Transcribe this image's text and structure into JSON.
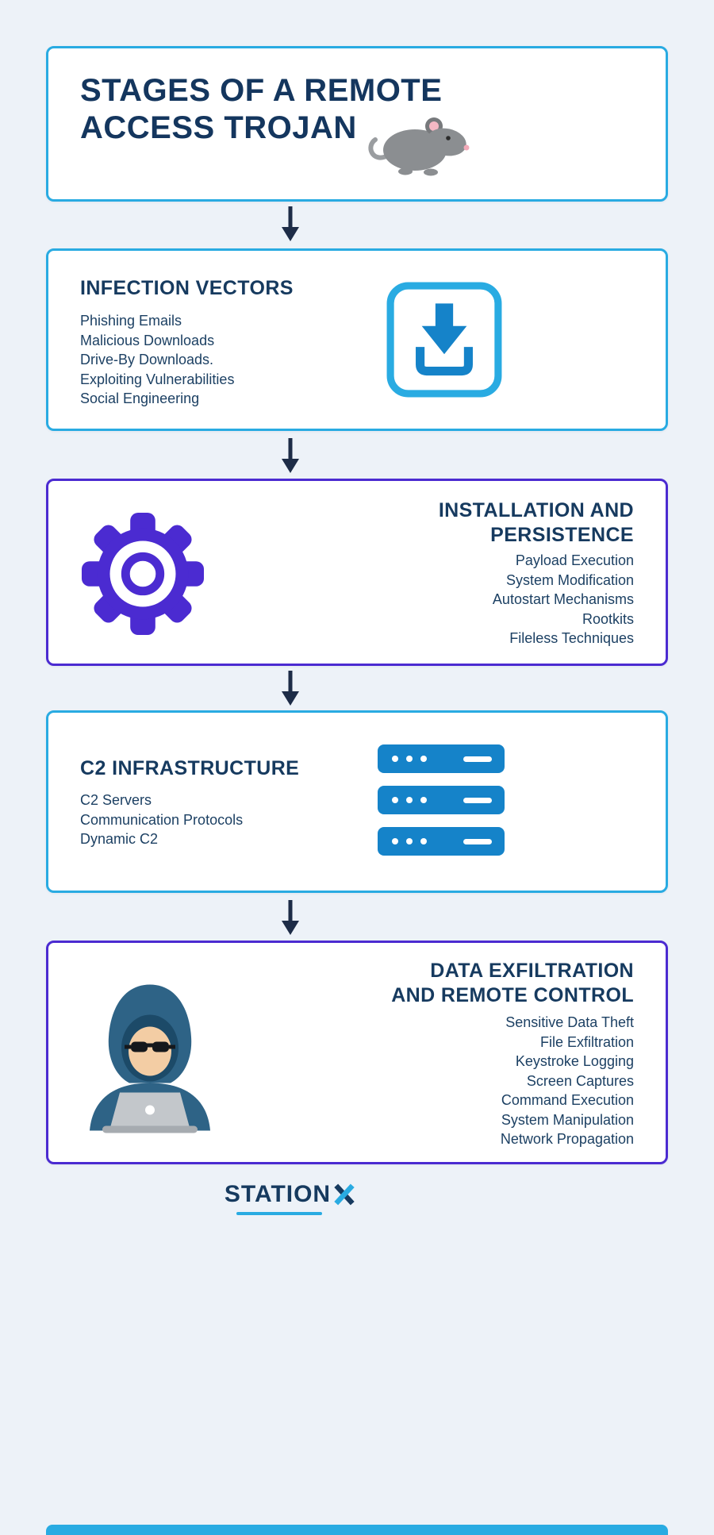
{
  "colors": {
    "background": "#edf2f8",
    "accent_blue": "#29abe2",
    "accent_purple": "#4b2bd1",
    "navy_text": "#163a5f",
    "icon_blue": "#1583c9",
    "arrow": "#1d2c47"
  },
  "title_card": {
    "title": "STAGES OF A REMOTE ACCESS TROJAN",
    "icon": "rat-icon"
  },
  "arrow_icon": "down-arrow",
  "sections": [
    {
      "heading": "INFECTION VECTORS",
      "items": [
        "Phishing Emails",
        "Malicious Downloads",
        "Drive-By Downloads.",
        "Exploiting Vulnerabilities",
        "Social Engineering"
      ],
      "icon": "download-icon",
      "border_color": "#29abe2",
      "align": "left"
    },
    {
      "heading": "INSTALLATION AND PERSISTENCE",
      "items": [
        "Payload Execution",
        "System Modification",
        "Autostart Mechanisms",
        "Rootkits",
        "Fileless Techniques"
      ],
      "icon": "gear-icon",
      "border_color": "#4b2bd1",
      "align": "right"
    },
    {
      "heading": "C2 INFRASTRUCTURE",
      "items": [
        "C2 Servers",
        "Communication Protocols",
        "Dynamic C2"
      ],
      "icon": "server-stack-icon",
      "border_color": "#29abe2",
      "align": "left"
    },
    {
      "heading": "DATA EXFILTRATION AND REMOTE CONTROL",
      "items": [
        "Sensitive Data Theft",
        "File Exfiltration",
        "Keystroke Logging",
        "Screen Captures",
        "Command Execution",
        "System Manipulation",
        "Network Propagation"
      ],
      "icon": "hacker-icon",
      "border_color": "#4b2bd1",
      "align": "right"
    }
  ],
  "footer": {
    "brand": "STATION",
    "brand_x": "X"
  }
}
